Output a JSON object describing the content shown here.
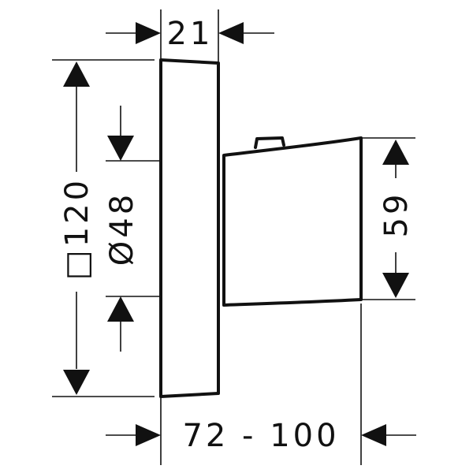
{
  "dimensions": {
    "top_width": "21",
    "square_size": "□120",
    "diameter": "Ø48",
    "handle_height": "59",
    "depth_range": "72 - 100"
  }
}
